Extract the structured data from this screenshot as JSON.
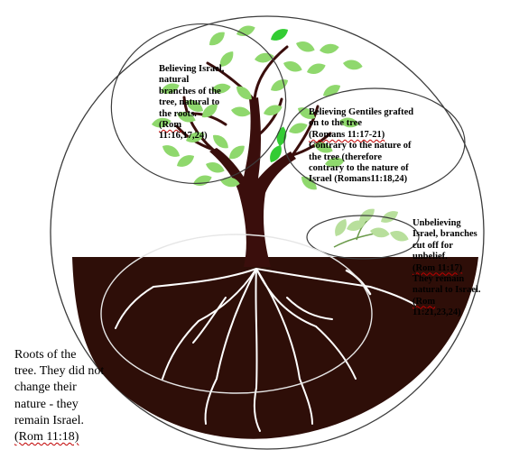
{
  "labels": {
    "believing_israel": [
      "Believing Israel,",
      "natural",
      "branches of the",
      "tree, natural to",
      "the roots.",
      "(Rom",
      "11:16,17,24)"
    ],
    "believing_gentiles": [
      "Believing Gentiles grafted",
      "on to the tree",
      "(Romans 11:17-21)",
      "Contrary to the nature of",
      "the tree (therefore",
      "contrary to the nature of",
      "Israel (Romans11:18,24)"
    ],
    "unbelieving_israel": [
      "Unbelieving",
      "Israel, branches",
      "cut off for",
      "unbelief.",
      "(Rom 11:17)",
      "They remain",
      "natural to Israel.",
      "(Rom",
      "11:21,23,24)"
    ],
    "roots": [
      "Roots of the",
      "tree. They did not",
      "change their",
      "nature - they",
      "remain Israel.",
      "(Rom 11:18)"
    ]
  },
  "colors": {
    "soil": "#2e0e08",
    "trunk": "#3a0e0c",
    "leaf": "#8fd86d",
    "leaf_bright": "#33cc33",
    "root": "#ffffff",
    "outline": "#3c3c3c"
  }
}
